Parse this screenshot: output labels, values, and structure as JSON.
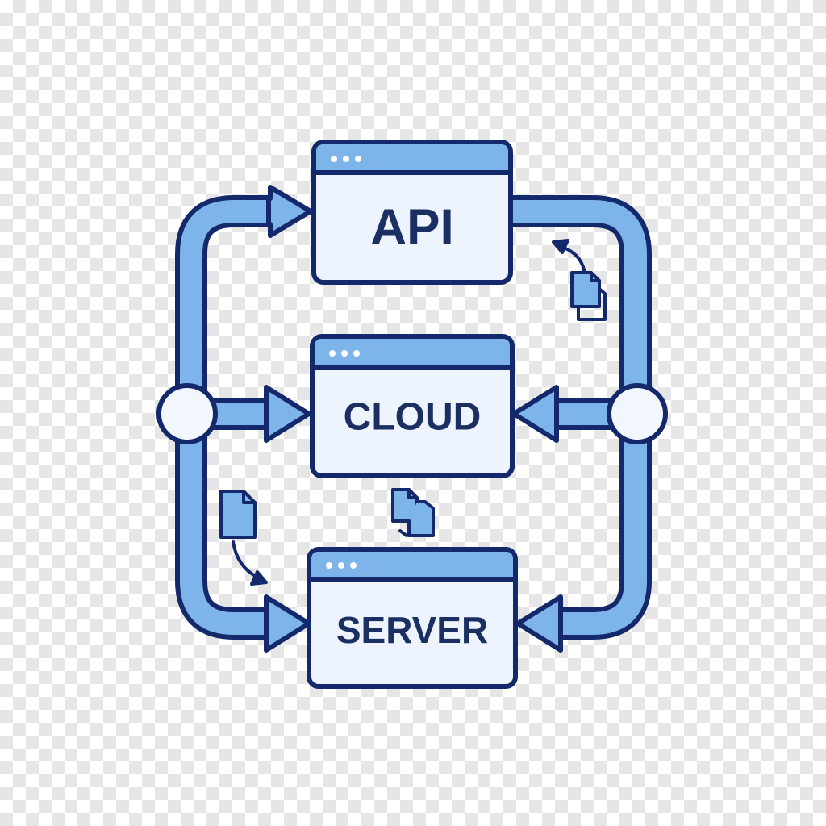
{
  "boxes": {
    "api": {
      "label": "API"
    },
    "cloud": {
      "label": "CLOUD"
    },
    "server": {
      "label": "SERVER"
    }
  },
  "colors": {
    "outline": "#14296b",
    "pipe_fill": "#7db4ea",
    "panel_fill": "#edf4fd",
    "titlebar_fill": "#7db4ea",
    "node_fill": "#f2f7fd"
  },
  "icons": [
    "document-icon",
    "curved-arrow-icon",
    "window-dots-icon",
    "junction-node-icon"
  ]
}
